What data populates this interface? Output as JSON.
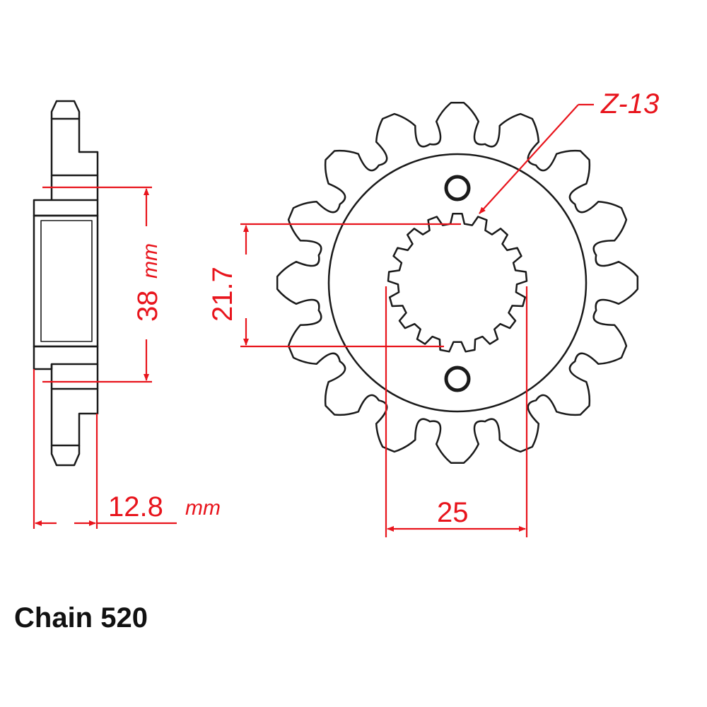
{
  "caption": "Chain 520",
  "side_view": {
    "bore_dimension": "38",
    "bore_unit": "mm",
    "width_dimension": "12.8",
    "width_unit": "mm"
  },
  "front_view": {
    "tooth_count": 16,
    "spline_label": "Z-13",
    "spline_height": "21.7",
    "spline_width": "25"
  },
  "colors": {
    "outline": "#1a1a1a",
    "dimension": "#e8141c"
  }
}
